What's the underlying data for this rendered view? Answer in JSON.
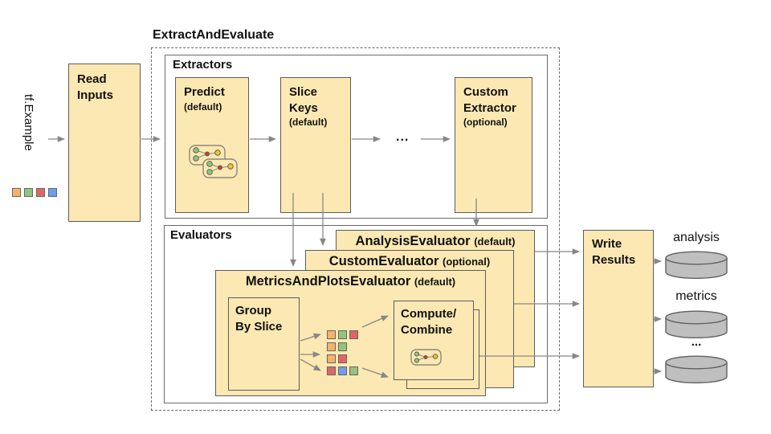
{
  "diagram_title": "ExtractAndEvaluate",
  "input": {
    "label": "tf.Example",
    "squares": [
      "orange",
      "green",
      "red",
      "blue"
    ]
  },
  "read_inputs": {
    "title": "Read\nInputs"
  },
  "extractors": {
    "section_label": "Extractors",
    "predict": {
      "title": "Predict",
      "subtitle": "(default)"
    },
    "slice_keys": {
      "title": "Slice\nKeys",
      "subtitle": "(default)"
    },
    "ellipsis": "...",
    "custom_extractor": {
      "title": "Custom\nExtractor",
      "subtitle": "(optional)"
    }
  },
  "evaluators": {
    "section_label": "Evaluators",
    "analysis_evaluator": {
      "title": "AnalysisEvaluator",
      "subtitle": "(default)"
    },
    "custom_evaluator": {
      "title": "CustomEvaluator",
      "subtitle": "(optional)"
    },
    "metrics_and_plots_evaluator": {
      "title": "MetricsAndPlotsEvaluator",
      "subtitle": "(default)",
      "group_by_slice": {
        "title": "Group\nBy Slice"
      },
      "slice_rows": [
        [
          "orange",
          "green",
          "red"
        ],
        [
          "orange",
          "green"
        ],
        [
          "orange",
          "red"
        ],
        [
          "red",
          "blue",
          "green"
        ]
      ],
      "compute_combine": {
        "title": "Compute/\nCombine"
      }
    }
  },
  "write_results": {
    "title": "Write\nResults"
  },
  "outputs": [
    {
      "label": "analysis"
    },
    {
      "label": "metrics"
    },
    {
      "label": "..."
    }
  ],
  "palette": {
    "box_fill": "#FCE8B2",
    "box_border": "#5D5D5D",
    "container_border": "#6B6B6B",
    "arrow": "#878787",
    "sq_border": "#666666",
    "orange": "#F6B26B",
    "green": "#93C47D",
    "red": "#E06666",
    "blue": "#6D9EEB",
    "cyl_fill": "#BFBFBF",
    "cyl_stroke": "#606060",
    "icon_green": "#93C47D",
    "icon_red": "#CC4125",
    "icon_yellow": "#F1C232"
  }
}
